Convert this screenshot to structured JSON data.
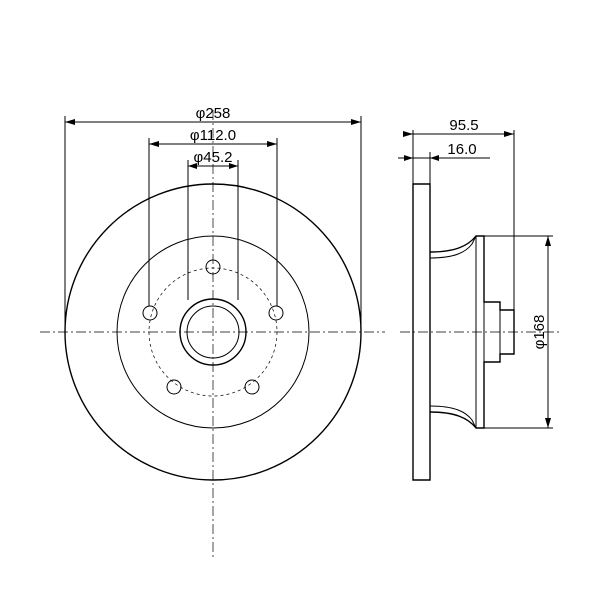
{
  "dimensions": {
    "outer_diameter": "φ258",
    "bolt_circle": "φ112.0",
    "center_bore": "φ45.2",
    "overall_height": "95.5",
    "disc_thickness": "16.0",
    "hub_diameter": "φ168"
  }
}
